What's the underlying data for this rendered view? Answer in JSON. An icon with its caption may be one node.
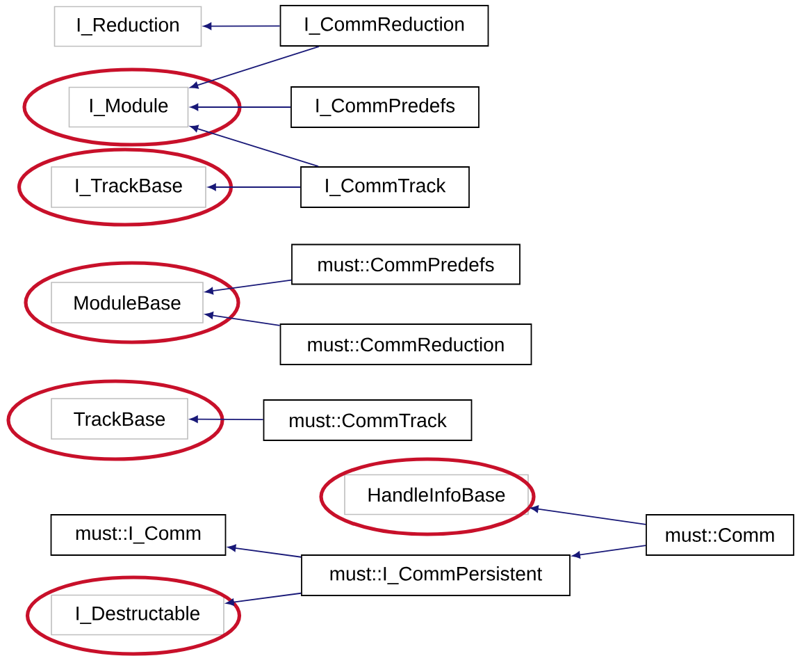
{
  "diagram": {
    "nodes": [
      {
        "text": [
          "I_Reduction"
        ]
      },
      {
        "text": [
          "I_CommReduction"
        ]
      },
      {
        "text": [],
        "shape": "ellipse"
      },
      {
        "text": [
          "I_Module"
        ],
        "in": 2
      },
      {
        "text": [
          "I_CommPredefs"
        ]
      },
      {
        "text": [],
        "shape": "ellipse"
      },
      {
        "text": [
          "I_TrackBase"
        ],
        "in": 5
      },
      {
        "text": [
          "I_CommTrack"
        ]
      },
      {
        "text": [
          "must::CommPredefs"
        ]
      },
      {
        "text": [],
        "shape": "ellipse"
      },
      {
        "text": [
          "ModuleBase"
        ],
        "in": 9
      },
      {
        "text": [
          "must::CommReduction"
        ]
      },
      {
        "text": [],
        "shape": "ellipse"
      },
      {
        "text": [
          "TrackBase"
        ],
        "in": 12
      },
      {
        "text": [
          "must::CommTrack"
        ]
      },
      {
        "text": [],
        "shape": "ellipse"
      },
      {
        "text": [
          "HandleInfoBase"
        ],
        "in": 15
      },
      {
        "text": [
          "must::I_Comm"
        ]
      },
      {
        "text": [
          "must::Comm"
        ]
      },
      {
        "text": [
          "must::I_CommPersistent"
        ]
      },
      {
        "text": [],
        "shape": "ellipse"
      },
      {
        "text": [
          "I_Destructable"
        ],
        "in": 20
      }
    ],
    "edges": [
      {
        "from": 1,
        "to": 0,
        "arrow": "to"
      },
      {
        "from": 1,
        "to": 3,
        "arrow": "to"
      },
      {
        "from": 4,
        "to": 3,
        "arrow": "to"
      },
      {
        "from": 7,
        "to": 3,
        "arrow": "to"
      },
      {
        "from": 7,
        "to": 6,
        "arrow": "to"
      },
      {
        "from": 8,
        "to": 10,
        "arrow": "to"
      },
      {
        "from": 11,
        "to": 10,
        "arrow": "to"
      },
      {
        "from": 14,
        "to": 13,
        "arrow": "to"
      },
      {
        "from": 18,
        "to": 16,
        "arrow": "to"
      },
      {
        "from": 18,
        "to": 19,
        "arrow": "to"
      },
      {
        "from": 19,
        "to": 17,
        "arrow": "to"
      },
      {
        "from": 19,
        "to": 21,
        "arrow": "to"
      }
    ]
  }
}
